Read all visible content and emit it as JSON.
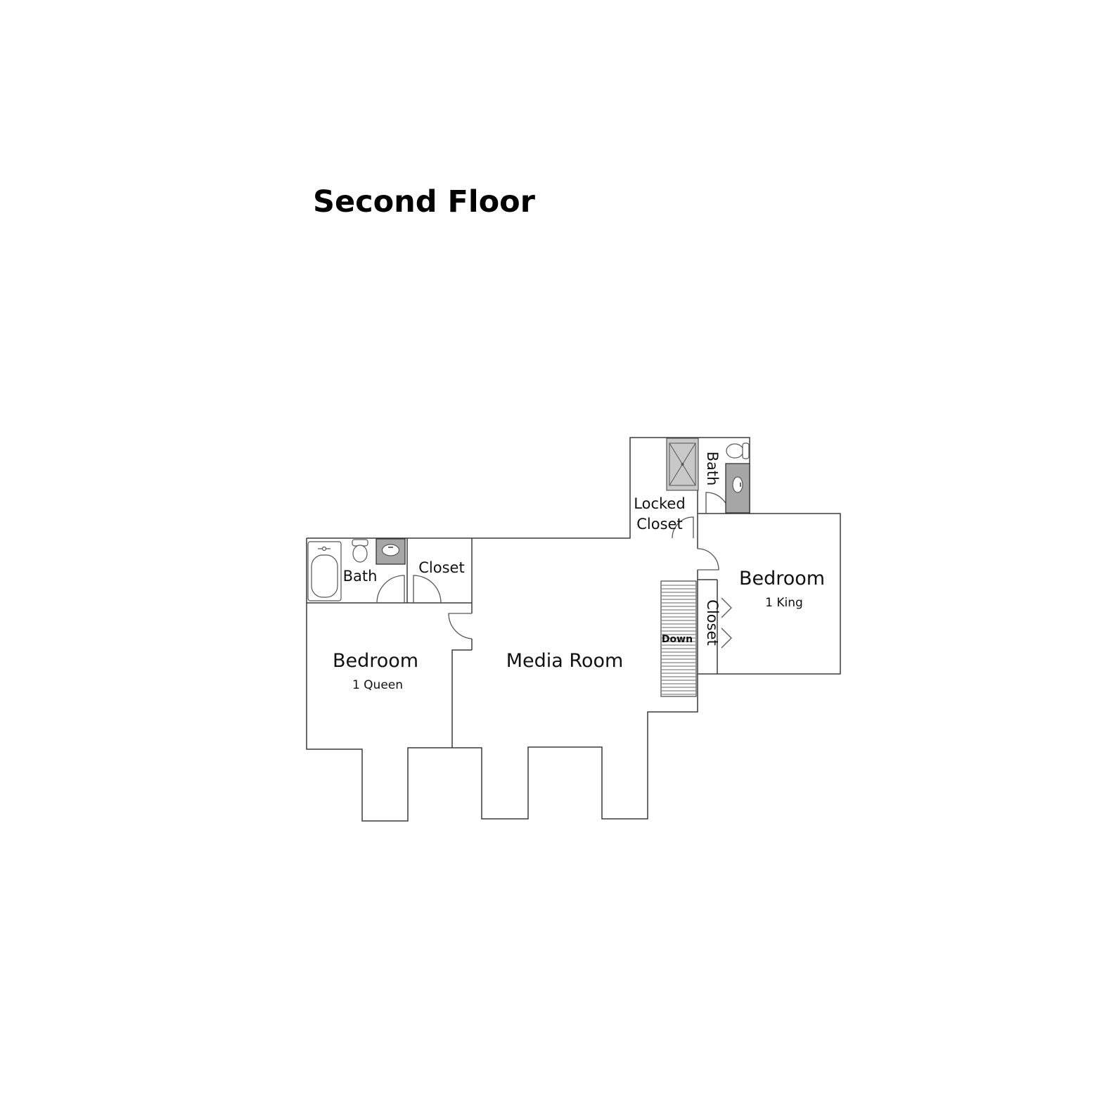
{
  "title": "Second Floor",
  "rooms": {
    "bath_left": "Bath",
    "closet_left": "Closet",
    "bedroom_left": {
      "name": "Bedroom",
      "bed": "1 Queen"
    },
    "media_room": "Media Room",
    "locked_closet_line1": "Locked",
    "locked_closet_line2": "Closet",
    "bath_right": "Bath",
    "bedroom_right": {
      "name": "Bedroom",
      "bed": "1 King"
    },
    "closet_right": "Closet",
    "stairs": "Down"
  },
  "colors": {
    "walls": "#3a3a3a",
    "vanity": "#a6a6a6",
    "shower": "#c8c8c8"
  }
}
